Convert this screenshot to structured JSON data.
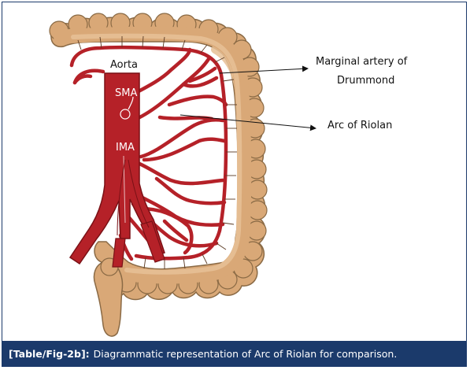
{
  "diagram": {
    "labels": {
      "aorta": "Aorta",
      "sma": "SMA",
      "ima": "IMA",
      "marginal_line1": "Marginal artery of",
      "marginal_line2": "Drummond",
      "riolan": "Arc of Riolan"
    },
    "colors": {
      "colon_fill": "#d9a877",
      "colon_stroke": "#8a6a45",
      "colon_inner": "#e6bf95",
      "artery": "#b52128",
      "artery_outline": "#7a1116",
      "caption_bg": "#1b3a6b",
      "arrow": "#111111"
    }
  },
  "caption": {
    "tag": "[Table/Fig-2b]:",
    "text": "Diagrammatic representation of Arc of Riolan for comparison."
  }
}
